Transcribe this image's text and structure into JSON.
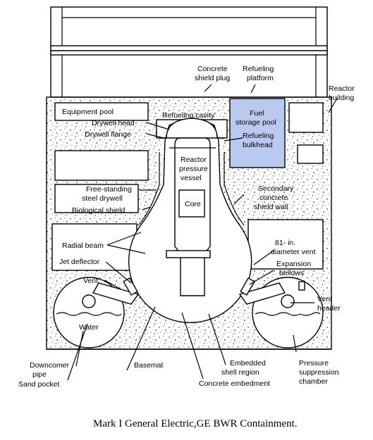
{
  "caption": "Mark I General Electric,GE BWR Containment.",
  "labels": {
    "concrete_shield_plug": [
      "Concrete",
      "shield plug"
    ],
    "refueling_platform": [
      "Refueling",
      "platform"
    ],
    "reactor_building": [
      "Reactor",
      "building"
    ],
    "equipment_pool": "Equipment pool",
    "refueling_cavity": "Refueling cavity",
    "drywell_head": "Drywell head",
    "drywell_flange": "Drywell flange",
    "fuel_storage_pool": [
      "Fuel",
      "storage pool"
    ],
    "refueling_bulkhead": [
      "Refueling",
      "bulkhead"
    ],
    "reactor_pressure_vessel": [
      "Reactor",
      "pressure",
      "vessel"
    ],
    "core": "Core",
    "free_standing_drywell": [
      "Free-standing",
      "steel drywell"
    ],
    "biological_shield": "Biological shield",
    "secondary_shield_wall": [
      "Secondary",
      "concrete",
      "shield wall"
    ],
    "radial_beam": "Radial beam",
    "jet_deflector": "Jet deflector",
    "vent_81": [
      "81- in.",
      "diameter vent"
    ],
    "expansion_bellows": [
      "Expansion",
      "bellows"
    ],
    "vent": "Vent",
    "vent_header": [
      "Vent",
      "header"
    ],
    "water": "Water",
    "downcomer_pipe": [
      "Downcomer",
      "pipe"
    ],
    "sand_pocket": "Sand pocket",
    "basemat": "Basemat",
    "embedded_shell_region": [
      "Embedded",
      "shell region"
    ],
    "pressure_suppression_chamber": [
      "Pressure",
      "suppression",
      "chamber"
    ],
    "concrete_embedment": "Concrete embedment"
  },
  "colors": {
    "fuel_pool": "#b9c9ef",
    "concrete": "#ffffff",
    "line": "#000000"
  }
}
